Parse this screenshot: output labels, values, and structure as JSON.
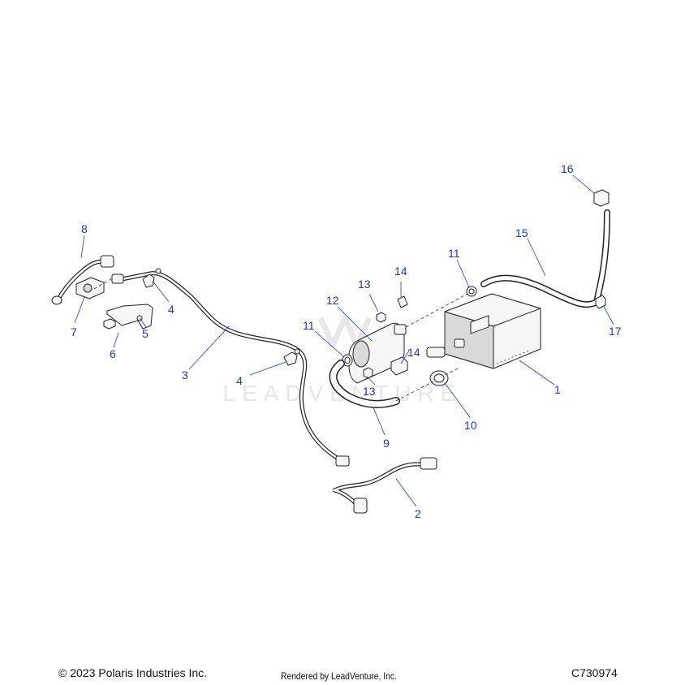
{
  "footer": {
    "copyright": "© 2023 Polaris Industries Inc.",
    "rendered_by": "Rendered by LeadVenture, Inc.",
    "diagram_id": "C730974"
  },
  "watermark": {
    "text": "LEADVENTURE",
    "color": "#e6e6e6"
  },
  "callout_color": "#1f35c7",
  "callouts": [
    {
      "label": "1"
    },
    {
      "label": "2"
    },
    {
      "label": "3"
    },
    {
      "label": "4"
    },
    {
      "label": "4"
    },
    {
      "label": "5"
    },
    {
      "label": "6"
    },
    {
      "label": "7"
    },
    {
      "label": "8"
    },
    {
      "label": "9"
    },
    {
      "label": "10"
    },
    {
      "label": "11"
    },
    {
      "label": "11"
    },
    {
      "label": "12"
    },
    {
      "label": "13"
    },
    {
      "label": "13"
    },
    {
      "label": "14"
    },
    {
      "label": "14"
    },
    {
      "label": "15"
    },
    {
      "label": "16"
    },
    {
      "label": "17"
    }
  ]
}
